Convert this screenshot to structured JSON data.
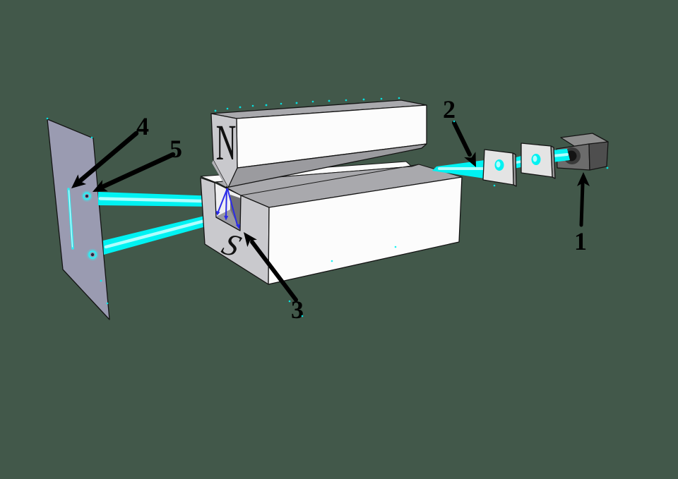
{
  "diagram": {
    "magnet": {
      "north_label": "N",
      "south_label": "S"
    },
    "callouts": [
      {
        "label": "1"
      },
      {
        "label": "2"
      },
      {
        "label": "3"
      },
      {
        "label": "4"
      },
      {
        "label": "5"
      }
    ]
  },
  "colors": {
    "background": "#42584A",
    "beam": "#00F2F2",
    "beam-core": "#CFFFFF",
    "screen": "#9A9BB1",
    "screen-glow": "#35E8EF",
    "magnet-face": "#C9C9CD",
    "magnet-top": "#A9A9AD",
    "magnet-side": "#FCFCFC",
    "magnet-slant": "#9B9B9F",
    "magnet-shade": "#B2B2B6",
    "notch-wall": "#EFEFF1",
    "notch-floor": "#9A9A9F",
    "notch-dark": "#707075",
    "plate": "#E4E4E4",
    "plate-edge": "#9A9A9A",
    "oven-front": "#6C6C6C",
    "oven-top": "#8D8D8D",
    "oven-side": "#4E4E4E",
    "oven-hole": "#3A3A3A",
    "oven-hole-dark": "#141414",
    "outline": "#141414",
    "arrow": "#000000",
    "field-arrow": "#2B2BE8"
  }
}
